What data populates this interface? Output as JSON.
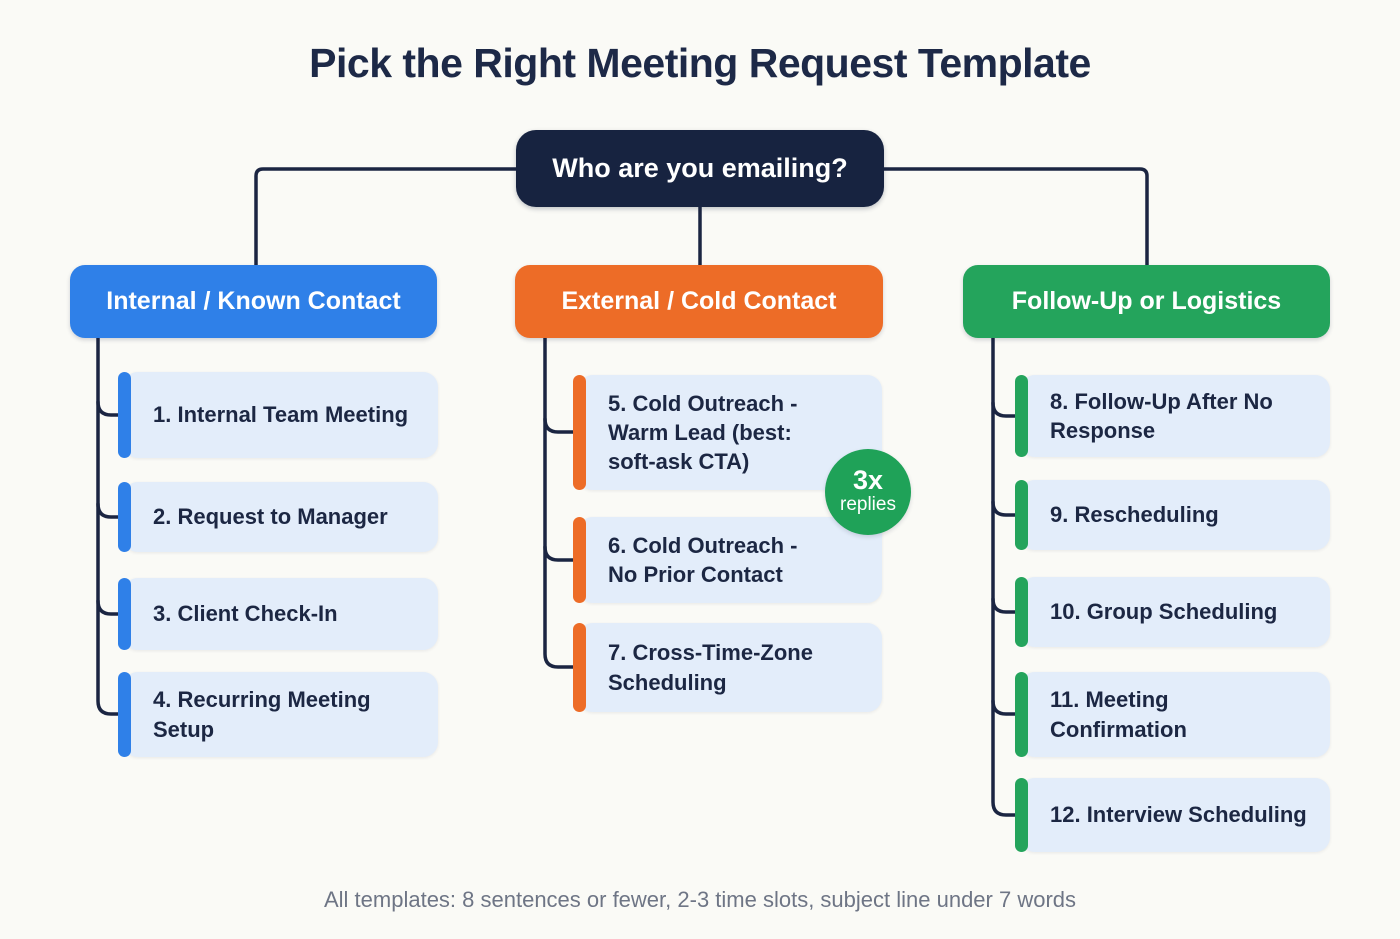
{
  "title": "Pick the Right Meeting Request Template",
  "root": {
    "question": "Who are you emailing?"
  },
  "branches": [
    {
      "label": "Internal / Known Contact",
      "color": "#2f80e8",
      "items": [
        "1. Internal Team Meeting",
        "2. Request to Manager",
        "3. Client Check-In",
        "4. Recurring Meeting\nSetup"
      ]
    },
    {
      "label": "External / Cold Contact",
      "color": "#ed6c27",
      "items": [
        "5. Cold Outreach -\nWarm Lead (best:\nsoft-ask CTA)",
        "6. Cold Outreach -\nNo Prior Contact",
        "7. Cross-Time-Zone\nScheduling"
      ]
    },
    {
      "label": "Follow-Up or Logistics",
      "color": "#24a45c",
      "items": [
        "8. Follow-Up After No\nResponse",
        "9. Rescheduling",
        "10. Group Scheduling",
        "11. Meeting\nConfirmation",
        "12. Interview Scheduling"
      ]
    }
  ],
  "badge": {
    "value": "3x",
    "label": "replies",
    "color": "#1fa258"
  },
  "footer": "All templates: 8 sentences or fewer, 2-3 time slots, subject line under 7 words",
  "colors": {
    "background": "#fafaf6",
    "root_node": "#172340",
    "connector_line": "#1b2542",
    "card_background": "#e3edfa",
    "card_text": "#1c2743",
    "title_text": "#1d2947",
    "footer_text": "#6e7585"
  }
}
